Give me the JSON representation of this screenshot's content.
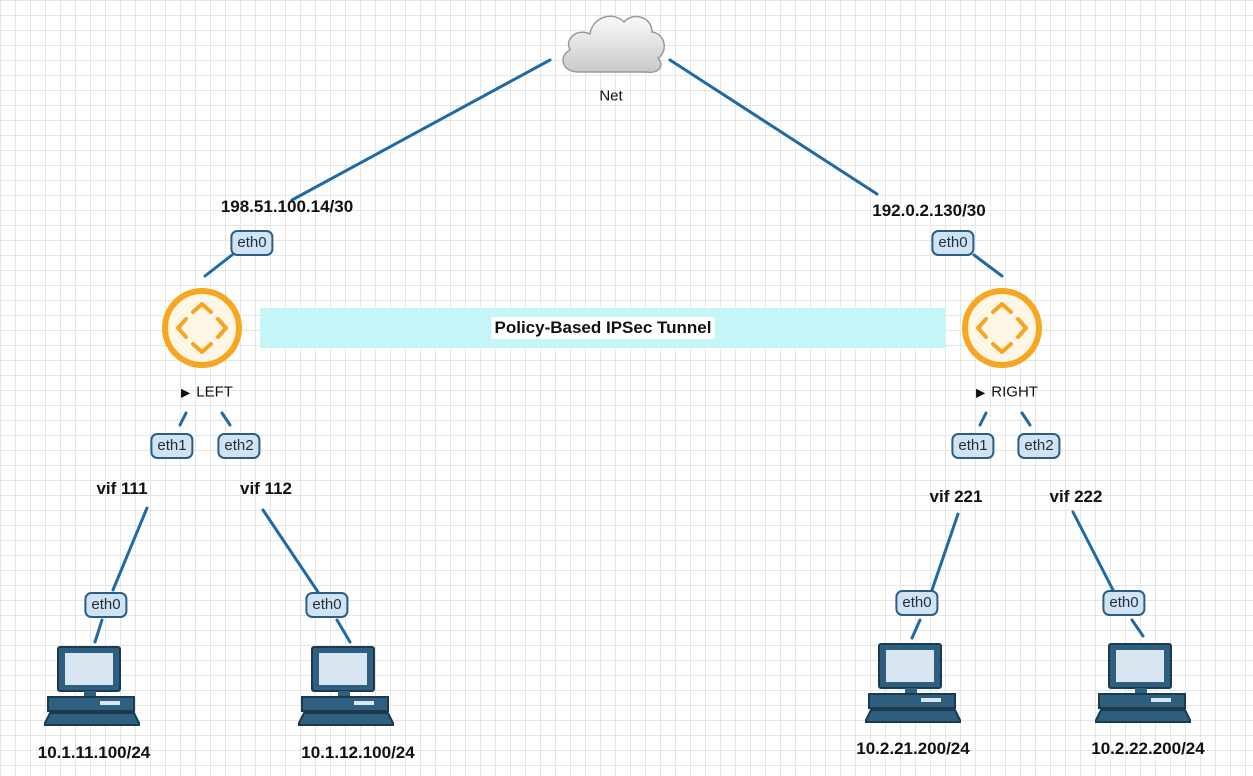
{
  "cloud": {
    "label": "Net"
  },
  "tunnel": {
    "label": "Policy-Based IPSec Tunnel",
    "color": "#c6f5f7"
  },
  "routers": {
    "left": {
      "name": "LEFT",
      "wan_ip": "198.51.100.14/30",
      "wan_port": "eth0",
      "port1": "eth1",
      "port2": "eth2",
      "vif1": "vif 111",
      "vif2": "vif 112"
    },
    "right": {
      "name": "RIGHT",
      "wan_ip": "192.0.2.130/30",
      "wan_port": "eth0",
      "port1": "eth1",
      "port2": "eth2",
      "vif1": "vif 221",
      "vif2": "vif 222"
    }
  },
  "hosts": [
    {
      "port": "eth0",
      "ip": "10.1.11.100/24"
    },
    {
      "port": "eth0",
      "ip": "10.1.12.100/24"
    },
    {
      "port": "eth0",
      "ip": "10.2.21.200/24"
    },
    {
      "port": "eth0",
      "ip": "10.2.22.200/24"
    }
  ],
  "colors": {
    "link": "#1f6aa5",
    "router": "#f5a623",
    "port_border": "#2b5d87",
    "port_fill": "#cfe3f3",
    "host": "#2f5f7f"
  },
  "icons": {
    "cloud": "cloud-icon",
    "router": "router-icon",
    "host": "computer-icon"
  }
}
